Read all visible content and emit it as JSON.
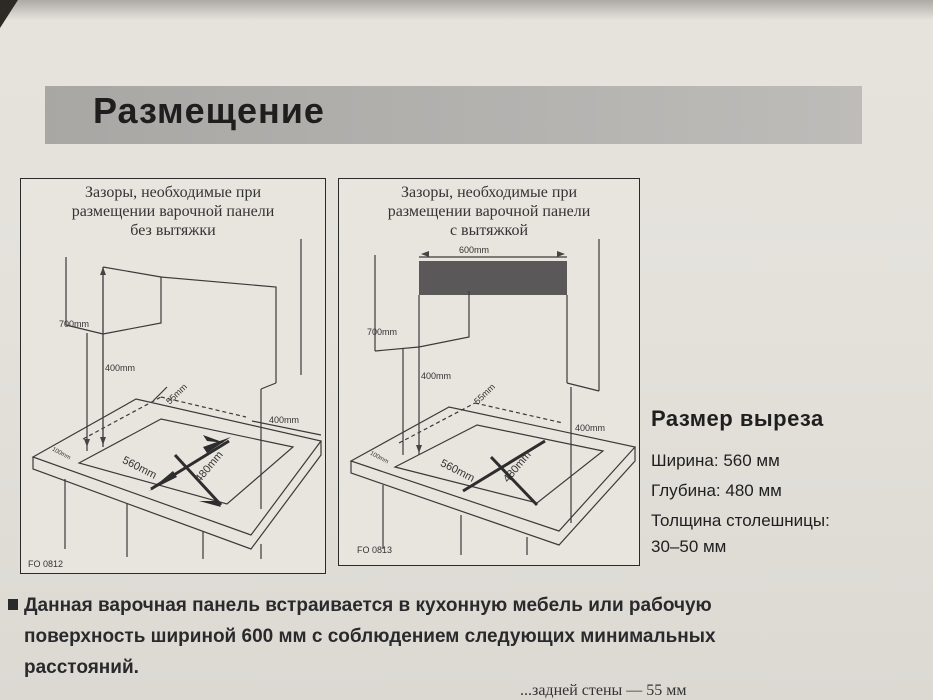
{
  "page": {
    "title": "Размещение"
  },
  "figure_left": {
    "caption": [
      "Зазоры, необходимые при",
      "размещении варочной панели",
      "без вытяжки"
    ],
    "labels": {
      "h700": "700mm",
      "h400": "400mm",
      "side400": "400mm",
      "gap55": "55mm",
      "width560": "560mm",
      "depth480": "480mm",
      "front100": "100mm"
    },
    "code": "FO 0812"
  },
  "figure_right": {
    "caption": [
      "Зазоры, необходимые при",
      "размещении варочной панели",
      "с вытяжкой"
    ],
    "labels": {
      "hood600": "600mm",
      "h700": "700mm",
      "h400": "400mm",
      "side400": "400mm",
      "gap55": "55mm",
      "width560": "560mm",
      "depth480": "480mm",
      "front100": "100mm"
    },
    "code": "FO 0813"
  },
  "cutout": {
    "title": "Размер выреза",
    "width": "Ширина: 560 мм",
    "depth": "Глубина: 480 мм",
    "thickness_line1": "Толщина столешницы:",
    "thickness_line2": "30–50 мм"
  },
  "body": {
    "line1": "Данная варочная панель встраивается в кухонную мебель или рабочую",
    "line2": "поверхность шириной 600 мм с соблюдением следующих минимальных",
    "line3": "расстояний.",
    "partial": "...задней стены — 55 мм"
  }
}
